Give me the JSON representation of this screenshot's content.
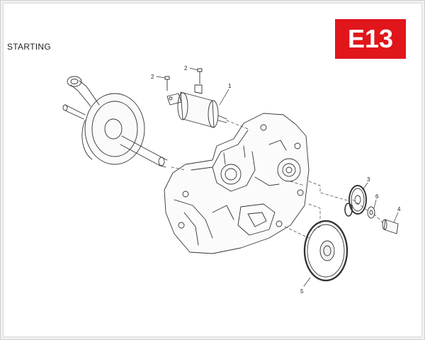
{
  "header": {
    "section_title": "STARTING",
    "code": "E13",
    "code_color": "#e0161b"
  },
  "callouts": [
    {
      "id": "1",
      "part": "starter motor"
    },
    {
      "id": "2",
      "part": "bolt"
    },
    {
      "id": "2",
      "part": "bolt"
    },
    {
      "id": "3",
      "part": "idler gear"
    },
    {
      "id": "4",
      "part": "shaft"
    },
    {
      "id": "5",
      "part": "starter driven gear"
    },
    {
      "id": "6",
      "part": "washer"
    }
  ]
}
